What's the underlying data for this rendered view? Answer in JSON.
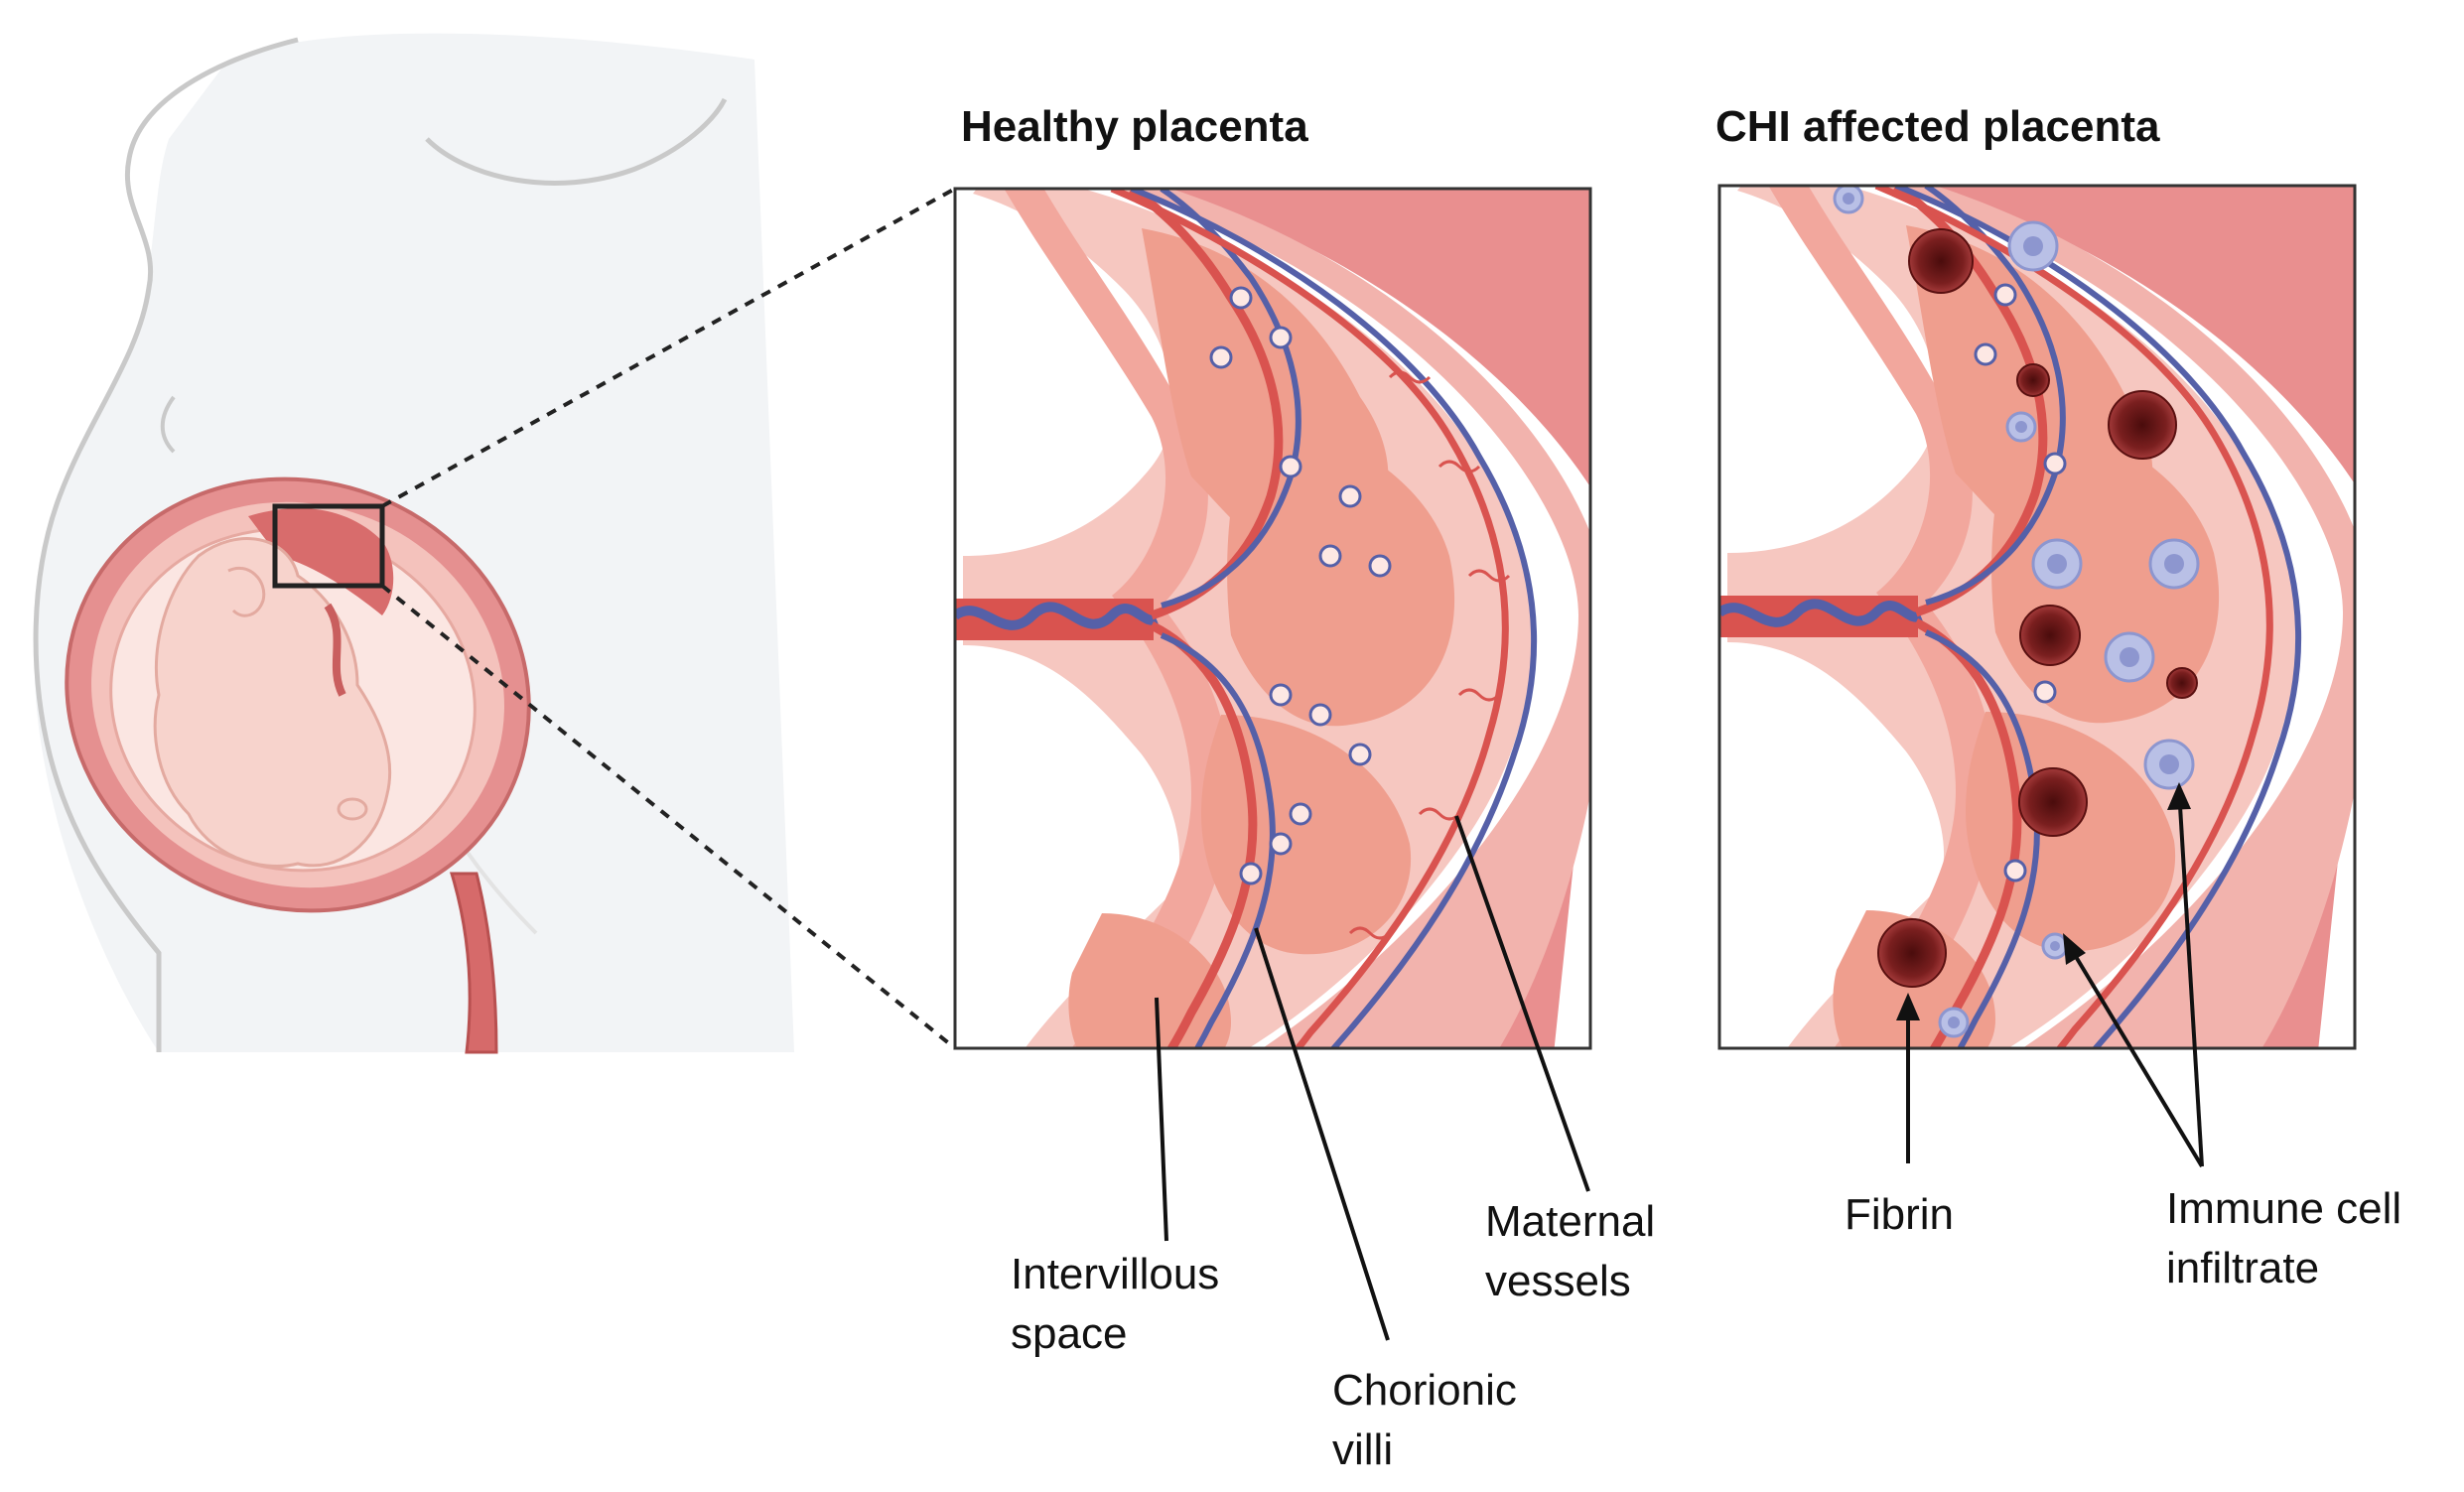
{
  "panels": {
    "healthy": {
      "title": "Healthy placenta"
    },
    "affected": {
      "title": "CHI affected placenta"
    }
  },
  "labels": {
    "intervillous": [
      "Intervillous",
      "space"
    ],
    "chorionic": [
      "Chorionic",
      "villi"
    ],
    "maternal": [
      "Maternal",
      "vessels"
    ],
    "fibrin": [
      "Fibrin"
    ],
    "immune": [
      "Immune cell",
      "infiltrate"
    ]
  },
  "colors": {
    "body_outline": "#c9c9c9",
    "body_fill": "#f2f4f6",
    "uterus_wall": "#e08c8c",
    "uterus_inner": "#f4c2bc",
    "fetus": "#f7d3cc",
    "placenta_pink": "#f6c7c0",
    "villi_salmon": "#ef9e8e",
    "artery_red": "#d9534f",
    "vein_blue": "#5560a8",
    "fibrin_dark": "#7a1f1f",
    "immune_cell": "#b9c0e6"
  }
}
